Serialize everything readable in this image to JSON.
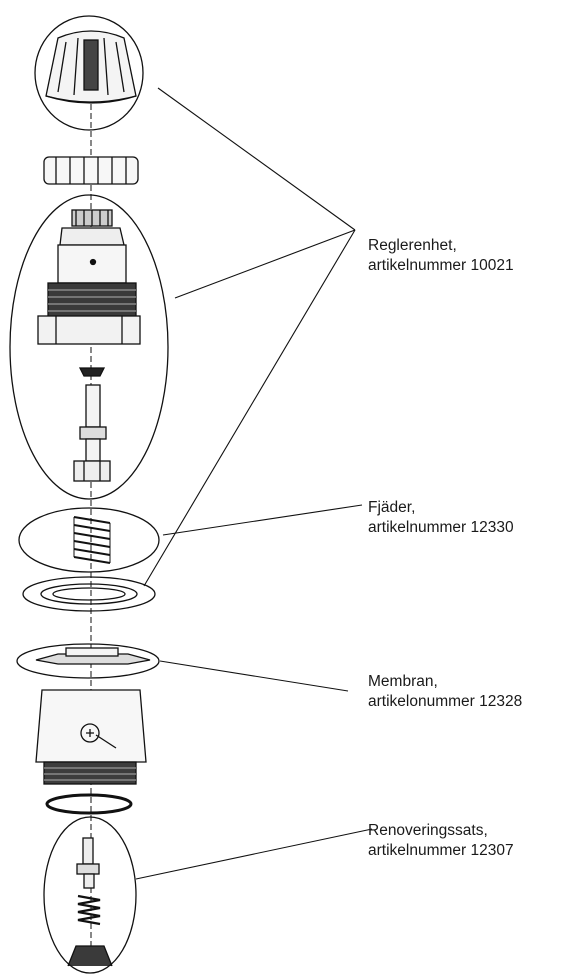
{
  "callouts": [
    {
      "name": "Reglerenhet,",
      "article": "artikelnummer 10021"
    },
    {
      "name": "Fjäder,",
      "article": "artikelnummer 12330"
    },
    {
      "name": "Membran,",
      "article": "artikelonummer 12328"
    },
    {
      "name": "Renoveringssats,",
      "article": "artikelnummer 12307"
    }
  ],
  "colors": {
    "line": "#111111",
    "text": "#1a1a1a",
    "background": "#ffffff"
  }
}
